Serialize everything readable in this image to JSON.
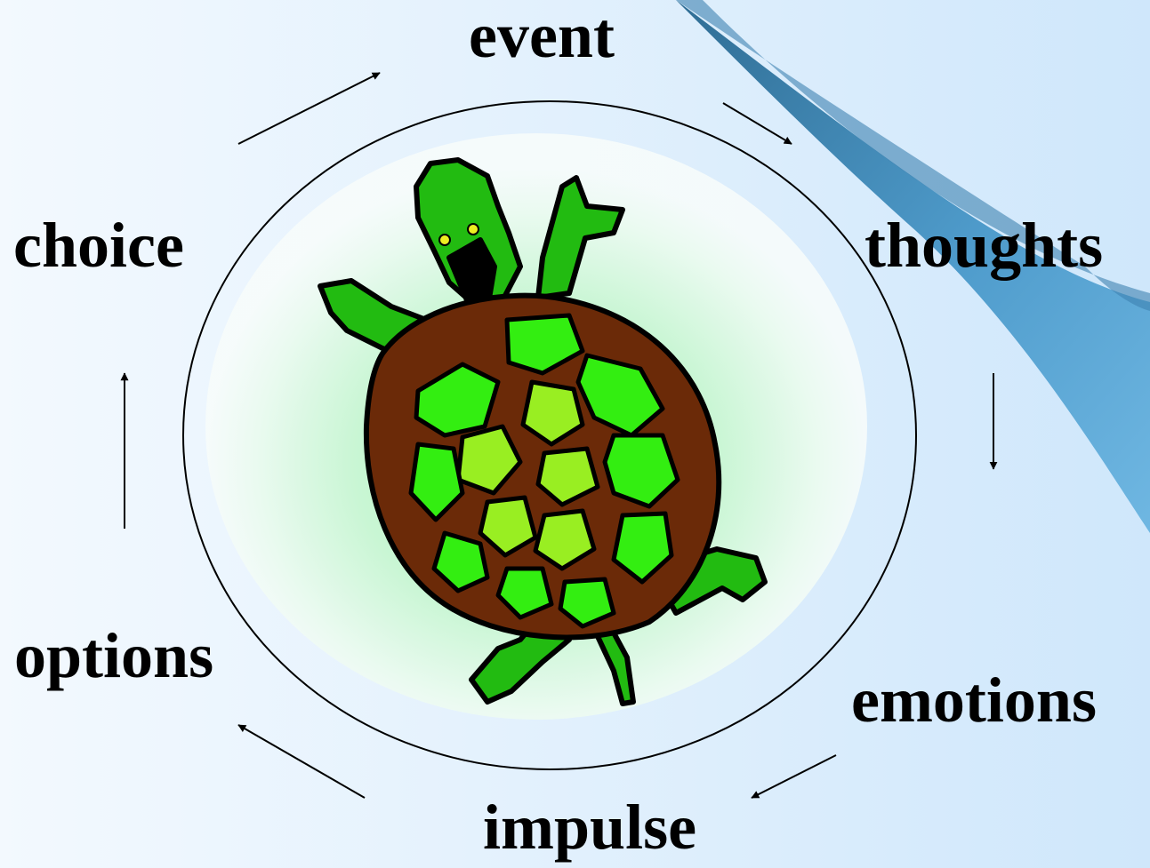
{
  "slide": {
    "cycle_words": {
      "event": "event",
      "thoughts": "thoughts",
      "emotions": "emotions",
      "impulse": "impulse",
      "options": "options",
      "choice": "choice"
    }
  },
  "colors": {
    "background_light": "#f3f9fe",
    "background_accent": "#cfe7fb",
    "swoosh_dark": "#2f6d94",
    "swoosh_light": "#6fb7e2",
    "halo_center": "#a6f0b8",
    "shell": "#6b2a08",
    "scute_green": "#33ee11",
    "scute_lime": "#99ee22",
    "skin_green": "#22bb11",
    "outline": "#000000",
    "text": "#000000"
  },
  "icons": [
    "turtle-illustration",
    "arrow-icon",
    "decorative-swoosh"
  ]
}
